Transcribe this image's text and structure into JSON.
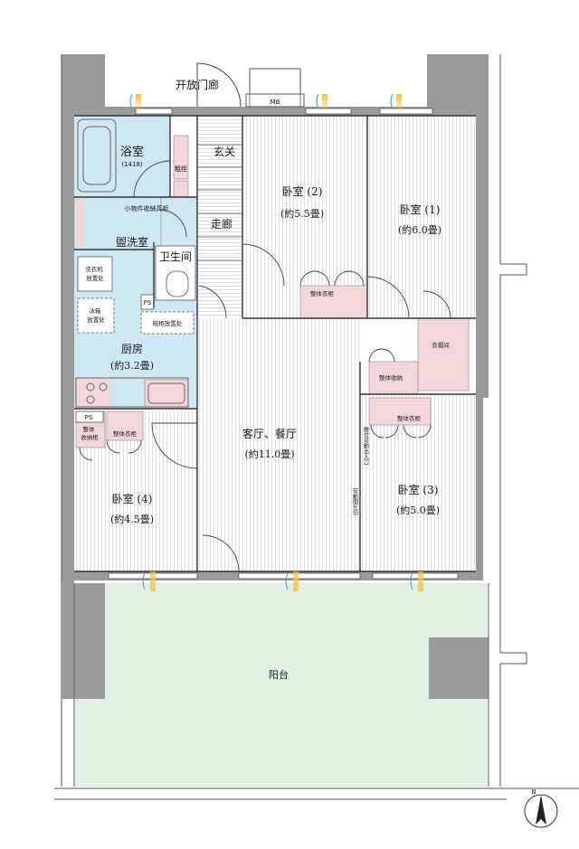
{
  "floorplan": {
    "corridor_label": "开放门廊",
    "mb_label": "MB",
    "rooms": {
      "bath": {
        "name": "浴室",
        "size": "(1418)"
      },
      "storage_small": "粗柜",
      "entrance": "玄关",
      "small_shelf": "小物件收納高柜",
      "hallway": "走廊",
      "washroom": "盥洗室",
      "toilet": "卫生间",
      "washer": "洗衣机\n放置处",
      "fridge": "冰箱\n放置处",
      "ps1": "PS",
      "cupboard": "碗柜放置处",
      "kitchen": {
        "name": "厨房",
        "size": "(約3.2畳)"
      },
      "ps2": "PS",
      "closet4a": "整体\n收纳柜",
      "closet4b": "整体衣柜",
      "bed2": {
        "name": "卧室 (2)",
        "size": "(約5.5畳)"
      },
      "bed2_closet": "整体衣柜",
      "bed1": {
        "name": "卧室 (1)",
        "size": "(約6.0畳)"
      },
      "wic": "衣帽间",
      "bed1_storage": "整体收納",
      "bed3_closet": "整体衣柜",
      "living": {
        "name": "客厅、餐厅",
        "size": "(約11.0畳)"
      },
      "bed4": {
        "name": "卧室 (4)",
        "size": "(約4.5畳)"
      },
      "bed3": {
        "name": "卧室 (3)",
        "size": "(約5.0畳)"
      },
      "partition_a": "可動間仕切",
      "partition_b": "腰付可動出入口",
      "balcony": "阳台"
    },
    "compass": "N",
    "colors": {
      "wall": "#9a9a9a",
      "water": "#cde8f3",
      "storage": "#f3d6da",
      "balcony": "#e4efe3",
      "floor_line": "#d6d6d6"
    }
  }
}
